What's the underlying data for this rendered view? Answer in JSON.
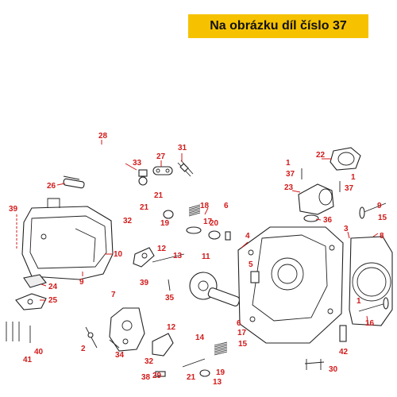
{
  "banner": {
    "text": "Na obrázku díl číslo 37",
    "color": "#f6c200"
  },
  "callout_color": "#d21a1a",
  "callouts": [
    {
      "key": "c1",
      "text": "1"
    },
    {
      "key": "c2",
      "text": "2"
    },
    {
      "key": "c3",
      "text": "3"
    },
    {
      "key": "c4",
      "text": "4"
    },
    {
      "key": "c5",
      "text": "5"
    },
    {
      "key": "c6a",
      "text": "6"
    },
    {
      "key": "c6b",
      "text": "6"
    },
    {
      "key": "c7",
      "text": "7"
    },
    {
      "key": "c8",
      "text": "8"
    },
    {
      "key": "c9",
      "text": "9"
    },
    {
      "key": "c10",
      "text": "10"
    },
    {
      "key": "c11",
      "text": "11"
    },
    {
      "key": "c12",
      "text": "12"
    },
    {
      "key": "c13",
      "text": "13"
    },
    {
      "key": "c14",
      "text": "14"
    },
    {
      "key": "c15",
      "text": "15"
    },
    {
      "key": "c16",
      "text": "16"
    },
    {
      "key": "c17a",
      "text": "17"
    },
    {
      "key": "c17b",
      "text": "17"
    },
    {
      "key": "c18",
      "text": "18"
    },
    {
      "key": "c19a",
      "text": "19"
    },
    {
      "key": "c19b",
      "text": "19"
    },
    {
      "key": "c20",
      "text": "20"
    },
    {
      "key": "c21a",
      "text": "21"
    },
    {
      "key": "c21b",
      "text": "21"
    },
    {
      "key": "c22",
      "text": "22"
    },
    {
      "key": "c23",
      "text": "23"
    },
    {
      "key": "c24",
      "text": "24"
    },
    {
      "key": "c25",
      "text": "25"
    },
    {
      "key": "c26",
      "text": "26"
    },
    {
      "key": "c27",
      "text": "27"
    },
    {
      "key": "c28",
      "text": "28"
    },
    {
      "key": "c29",
      "text": "29"
    },
    {
      "key": "c30",
      "text": "30"
    },
    {
      "key": "c31",
      "text": "31"
    },
    {
      "key": "c32a",
      "text": "32"
    },
    {
      "key": "c32b",
      "text": "32"
    },
    {
      "key": "c33",
      "text": "33"
    },
    {
      "key": "c34",
      "text": "34"
    },
    {
      "key": "c35",
      "text": "35"
    },
    {
      "key": "c36",
      "text": "36"
    },
    {
      "key": "c37a",
      "text": "37"
    },
    {
      "key": "c37b",
      "text": "37"
    },
    {
      "key": "c38",
      "text": "38"
    },
    {
      "key": "c39a",
      "text": "39"
    },
    {
      "key": "c39b",
      "text": "39"
    },
    {
      "key": "c40",
      "text": "40"
    },
    {
      "key": "c41",
      "text": "41"
    },
    {
      "key": "c42",
      "text": "42"
    },
    {
      "key": "c1b",
      "text": "1"
    }
  ]
}
